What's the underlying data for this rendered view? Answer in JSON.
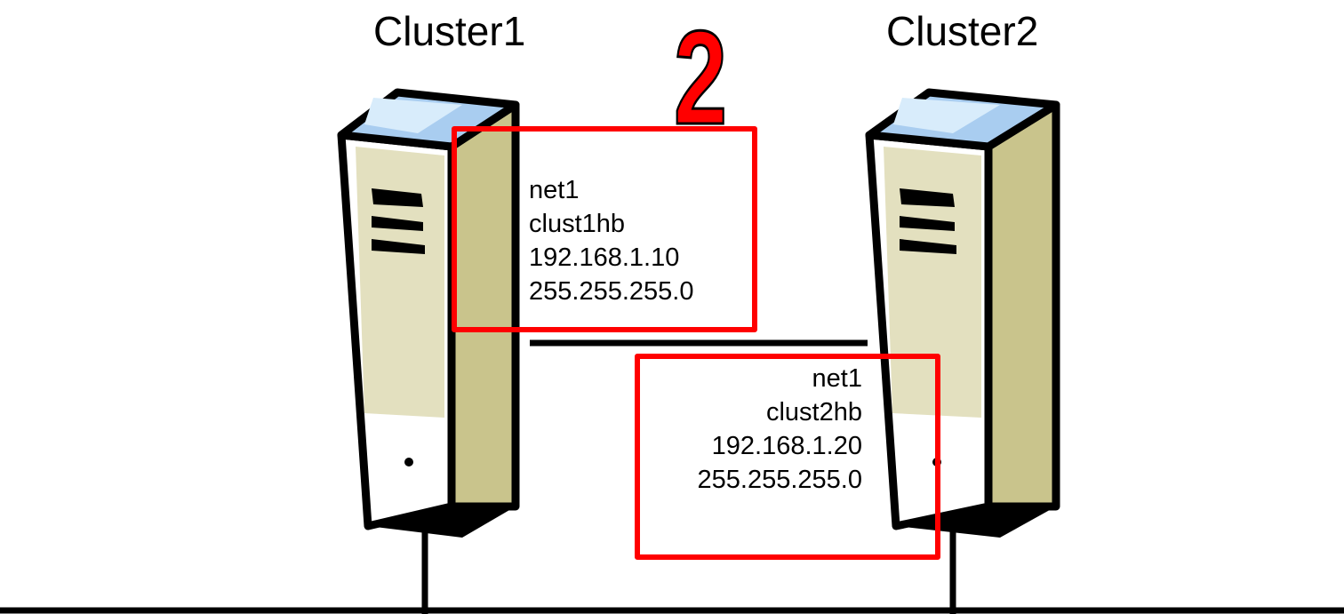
{
  "diagram": {
    "step_number": "2",
    "clusters": [
      {
        "name": "Cluster1"
      },
      {
        "name": "Cluster2"
      }
    ],
    "interfaces": [
      {
        "network": "net1",
        "hostname": "clust1hb",
        "ip": "192.168.1.10",
        "netmask": "255.255.255.0"
      },
      {
        "network": "net1",
        "hostname": "clust2hb",
        "ip": "192.168.1.20",
        "netmask": "255.255.255.0"
      }
    ],
    "colors": {
      "highlight": "#ff0000",
      "server_body": "#ffffff",
      "server_side": "#c9c48c",
      "server_panel": "#e3e0bf",
      "server_top": "#a9cdf0",
      "outline": "#000000"
    }
  }
}
